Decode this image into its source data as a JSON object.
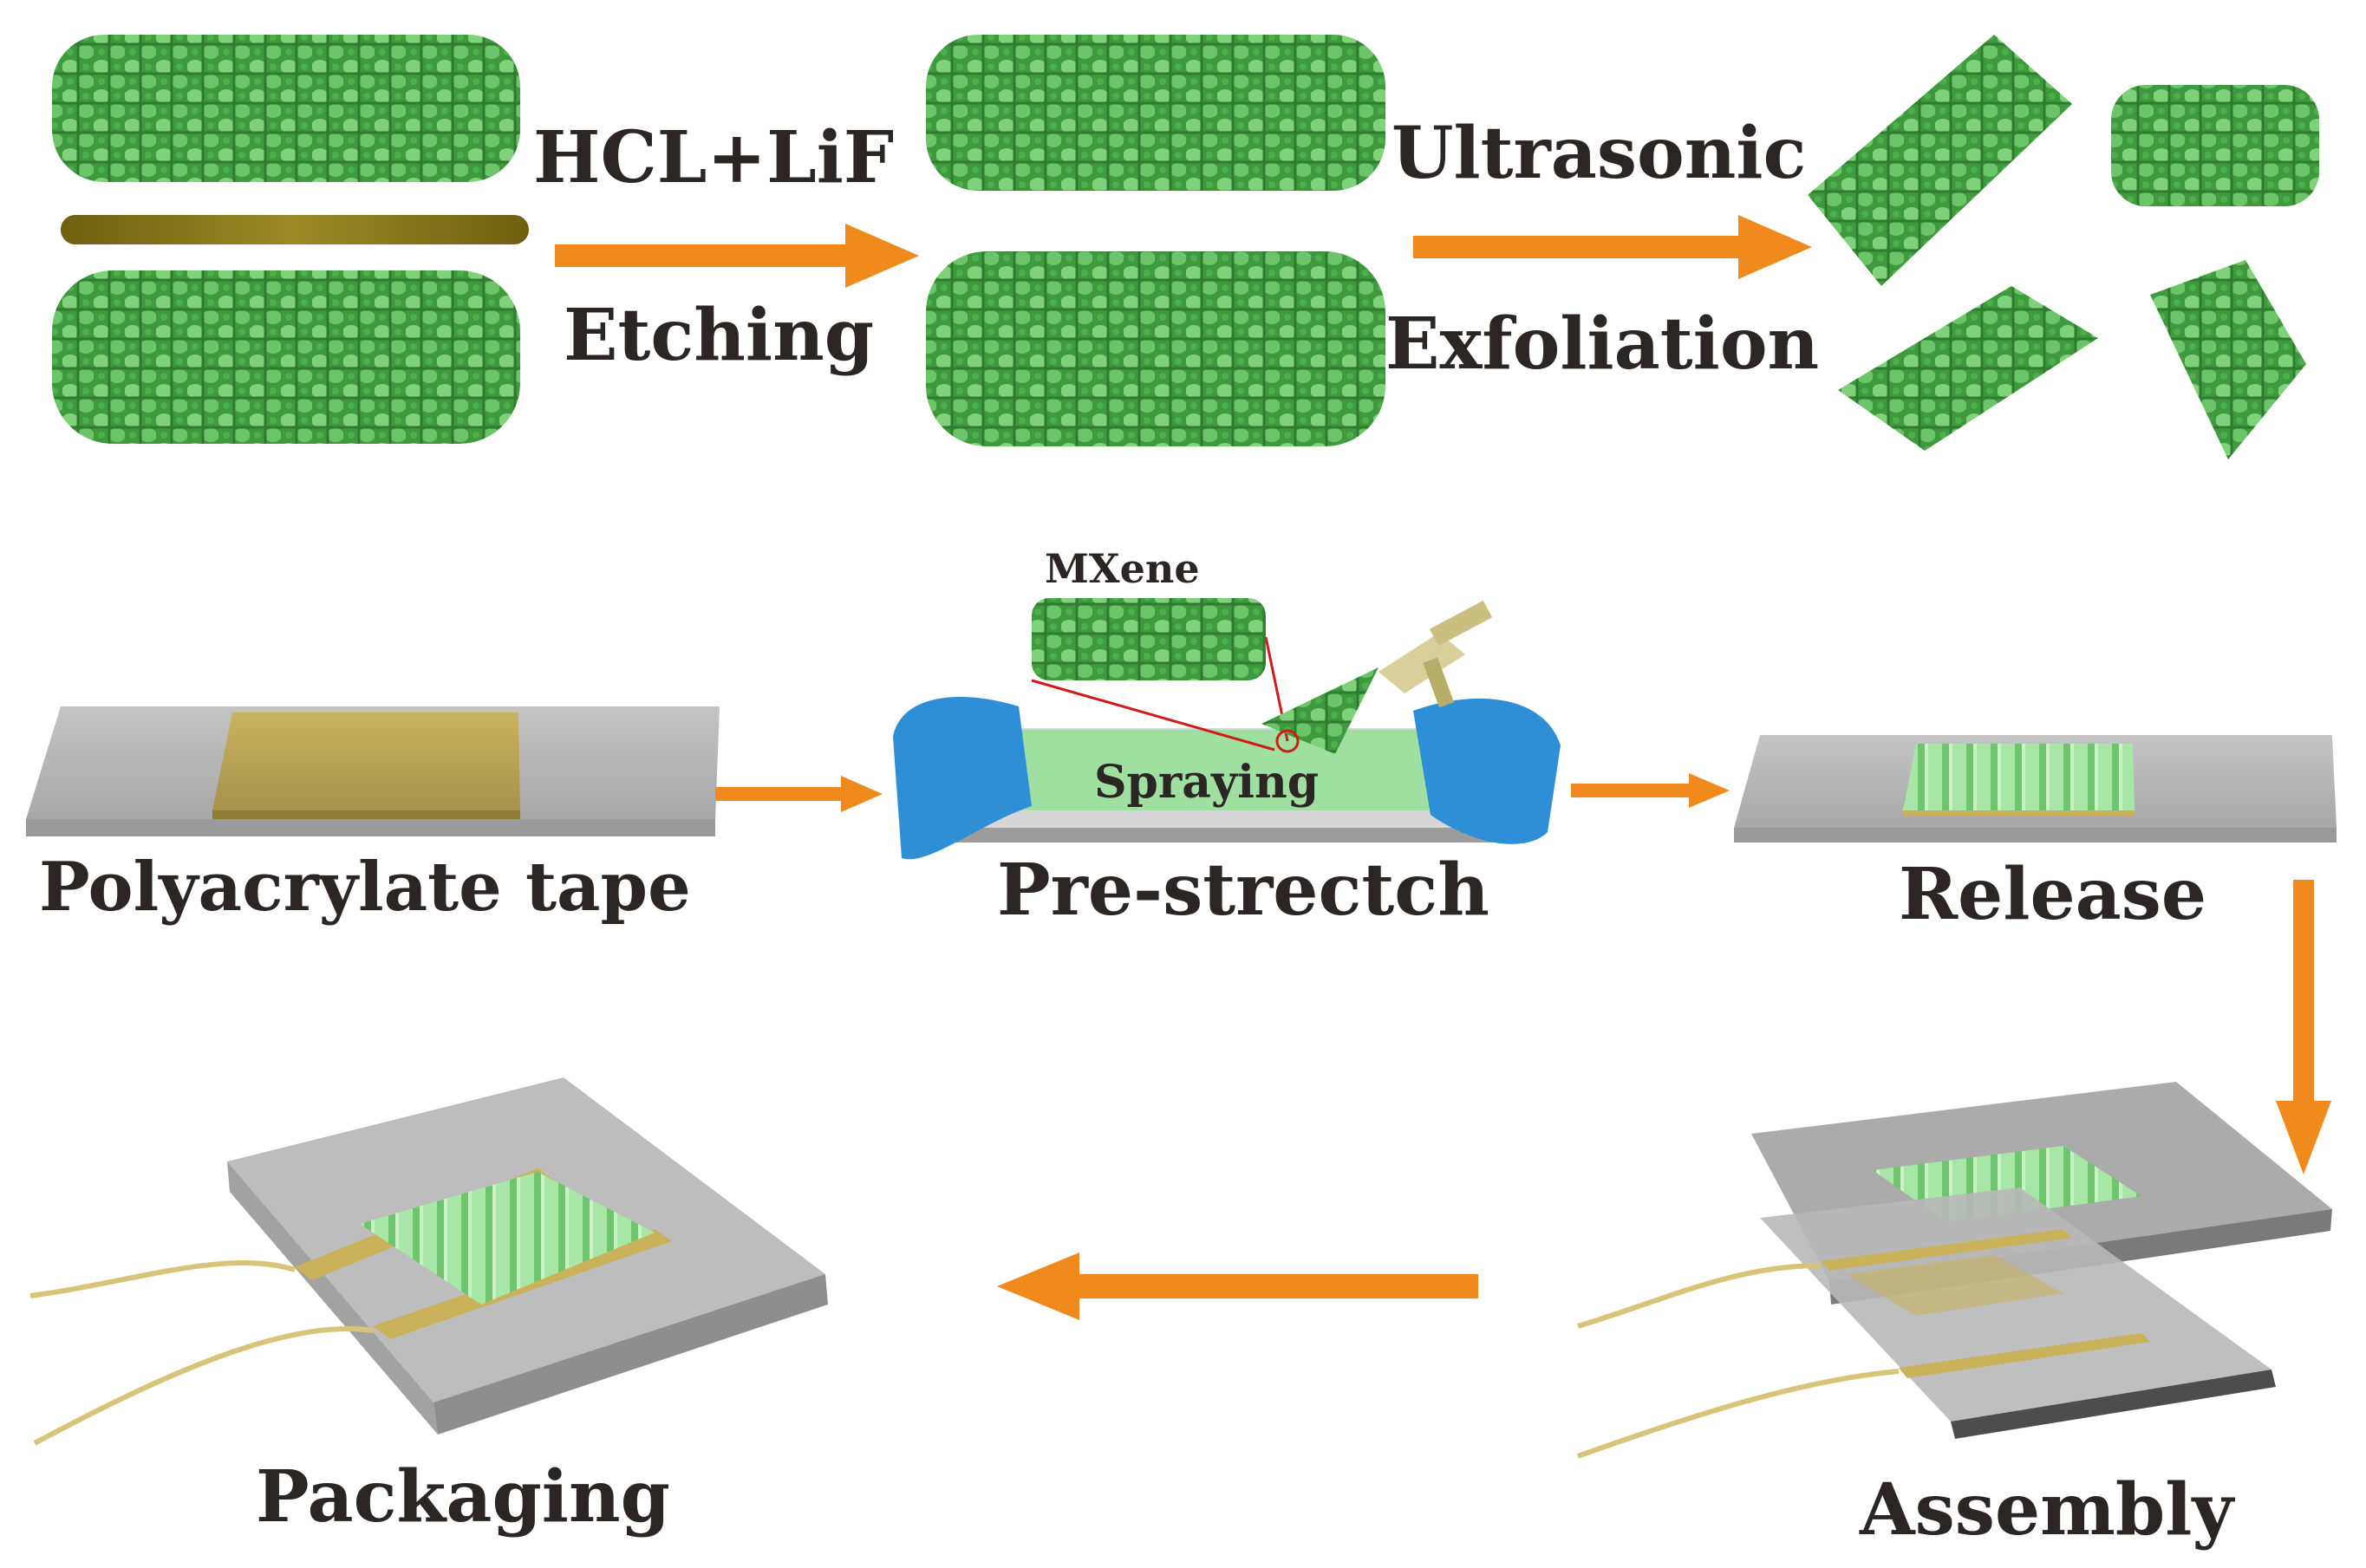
{
  "top_row": {
    "step1_label_top": "HCL+LiF",
    "step1_label_bottom": "Etching",
    "step2_label_top": "Ultrasonic",
    "step2_label_bottom": "Exfoliation"
  },
  "middle_row": {
    "tape_label": "Polyacrylate tape",
    "prestretch_label": "Pre-strectch",
    "spraying_label": "Spraying",
    "mxene_label": "MXene",
    "release_label": "Release"
  },
  "bottom_row": {
    "packaging_label": "Packaging",
    "assembly_label": "Assembly"
  },
  "colors": {
    "arrow": "#f08a1c",
    "mxene_green": "#55b04d",
    "mxene_light": "#9fe0a0",
    "film_green": "#a8e6a8",
    "gold": "#c9b25a",
    "interlayer": "#8a7a1a",
    "roller_blue": "#2f8fd6",
    "substrate_gray": "#c8c8c8"
  }
}
